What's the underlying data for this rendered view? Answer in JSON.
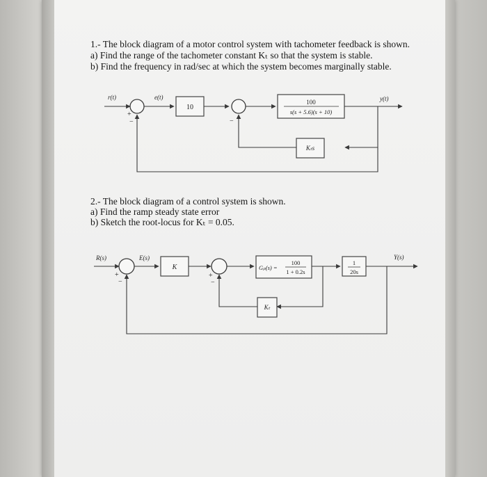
{
  "problem1": {
    "line1": "1.- The block diagram of a motor control system with tachometer feedback is shown.",
    "line2": "a) Find the range of the tachometer constant Kₜ so that the system is stable.",
    "line3": "b) Find the frequency in rad/sec at which the system becomes marginally stable.",
    "diagram": {
      "input_label": "r(t)",
      "error_label": "e(t)",
      "gain_block": "10",
      "plant_num": "100",
      "plant_den": "s(s + 5.6)(s + 10)",
      "output_label": "y(t)",
      "feedback_block": "Kₜs"
    }
  },
  "problem2": {
    "line1": "2.- The block diagram of a control system is shown.",
    "line2": "a) Find the ramp steady state error",
    "line3": "b) Sketch the root-locus for Kₜ = 0.05.",
    "diagram": {
      "input_label": "R(s)",
      "error_label": "E(s)",
      "gain_block": "K",
      "plant_prefix": "Gₚ(s) =",
      "plant_num": "100",
      "plant_den": "1 + 0.2s",
      "integrator_num": "1",
      "integrator_den": "20s",
      "output_label": "Y(s)",
      "feedback_block": "Kₜ"
    }
  }
}
